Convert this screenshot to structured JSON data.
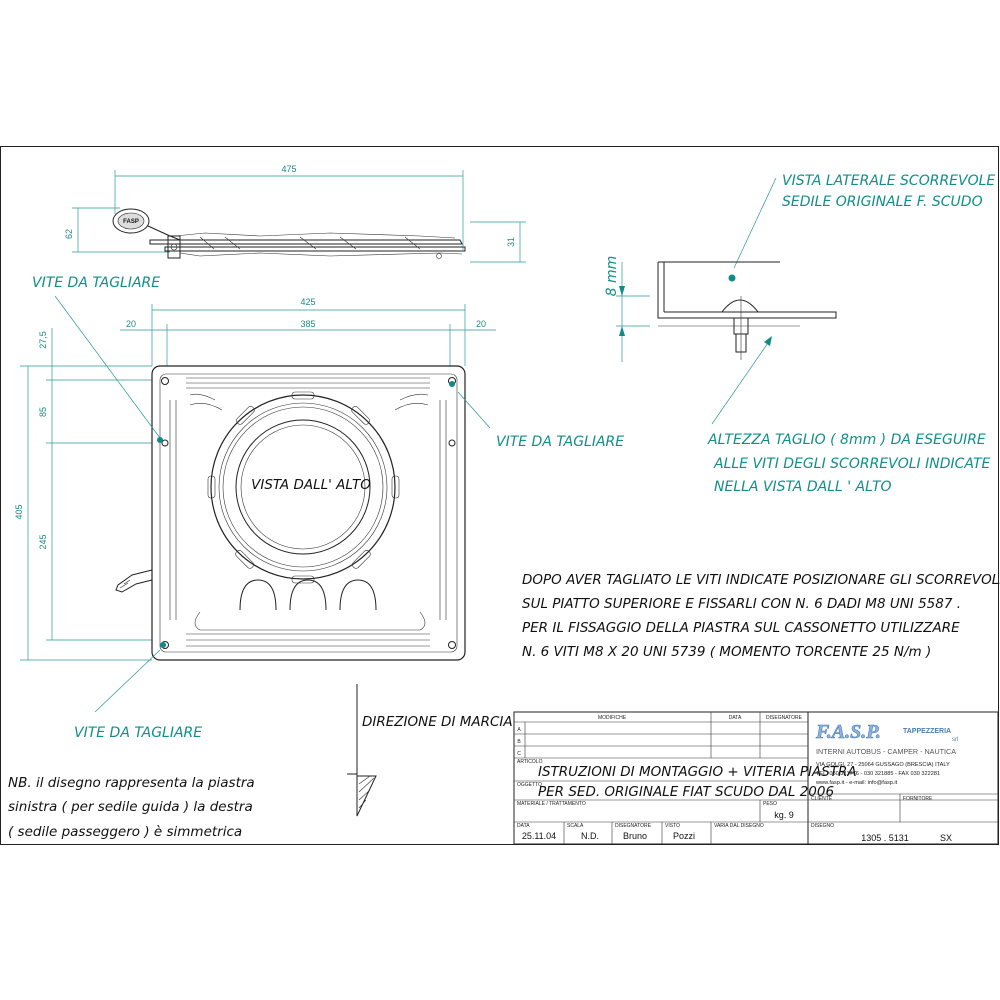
{
  "dimensions": {
    "side_len": "475",
    "side_h_left": "62",
    "side_h_right": "31",
    "top_total": "425",
    "top_margin_left": "20",
    "top_inner": "385",
    "top_margin_right": "20",
    "v_275": "27,5",
    "v_85": "85",
    "v_245": "245",
    "v_405": "405",
    "detail_8mm": "8 mm"
  },
  "labels": {
    "vite_top_left": "VITE DA TAGLIARE",
    "vite_right": "VITE DA TAGLIARE",
    "vite_bottom_left": "VITE DA TAGLIARE",
    "vista_alto": "VISTA DALL' ALTO",
    "vista_laterale_1": "VISTA LATERALE SCORREVOLE",
    "vista_laterale_2": "SEDILE ORIGINALE F. SCUDO",
    "altezza_1": "ALTEZZA TAGLIO  ( 8mm ) DA ESEGUIRE",
    "altezza_2": "ALLE VITI DEGLI SCORREVOLI INDICATE",
    "altezza_3": "NELLA VISTA DALL ' ALTO",
    "direzione": "DIREZIONE DI MARCIA",
    "fasp_badge": "FASP"
  },
  "instructions": [
    "DOPO AVER TAGLIATO LE VITI INDICATE POSIZIONARE GLI SCORREVOLI",
    "SUL PIATTO SUPERIORE  E FISSARLI CON N. 6 DADI M8  UNI 5587 .",
    "PER IL FISSAGGIO DELLA PIASTRA SUL CASSONETTO UTILIZZARE",
    "N. 6 VITI M8 X 20 UNI 5739 ( MOMENTO TORCENTE 25 N/m )"
  ],
  "note": [
    "NB. il disegno rappresenta la piastra",
    "sinistra ( per sedile guida ) la destra",
    "( sedile passeggero ) è simmetrica"
  ],
  "title_block": {
    "hdr_modifiche": "MODIFICHE",
    "hdr_data": "DATA",
    "hdr_disegnatore": "DISEGNATORE",
    "row_a": "A",
    "row_b": "B",
    "row_c": "C",
    "articolo_lbl": "ARTICOLO",
    "articolo": "ISTRUZIONI DI MONTAGGIO + VITERIA PIASTRA",
    "oggetto_lbl": "OGGETTO",
    "oggetto": "PER SED. ORIGINALE FIAT SCUDO DAL 2006",
    "materiale_lbl": "MATERIALE / TRATTAMENTO",
    "peso_lbl": "PESO",
    "peso": "kg. 9",
    "data_lbl": "DATA",
    "data": "25.11.04",
    "scala_lbl": "SCALA",
    "scala": "N.D.",
    "disegnatore_lbl": "DISEGNATORE",
    "disegnatore": "Bruno",
    "visto_lbl": "VISTO",
    "visto": "Pozzi",
    "varia_lbl": "VARIA DAL DISEGNO",
    "disegno_lbl": "DISEGNO",
    "disegno": "1305 . 5131",
    "disegno_suffix": "SX",
    "cliente_lbl": "CLIENTE",
    "fornitore_lbl": "FORNITORE",
    "company_logo": "F.A.S.P.",
    "company_sub": "TAPPEZZERIA",
    "company_srl": "srl",
    "company_tag": "INTERNI AUTOBUS - CAMPER - NAUTICA",
    "company_addr": "VIA GOLGI, 27 - 25064 GUSSAGO (BRESCIA) ITALY",
    "company_tel": "TEL. 030 321776 - 030 321885 - FAX 030 322281",
    "company_web": "www.fasp.it - e-mail: info@fasp.it"
  },
  "colors": {
    "annotation": "#108f8a",
    "lines": "#222222",
    "logo": "#7aa6d6"
  }
}
